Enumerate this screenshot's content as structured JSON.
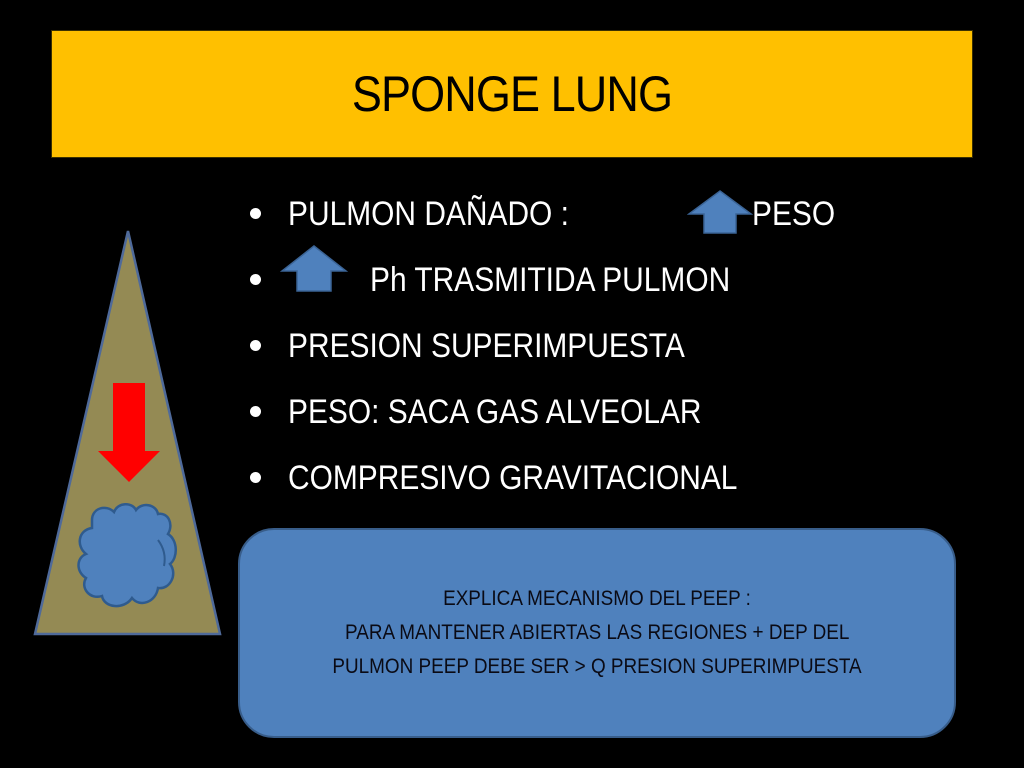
{
  "slide": {
    "title": "SPONGE LUNG",
    "colors": {
      "background": "#000000",
      "title_bar": "#FFC000",
      "title_text": "#000000",
      "bullet_text": "#FFFFFF",
      "arrow_blue": "#4F81BD",
      "triangle_fill": "#948A54",
      "triangle_outline": "#4F6A9A",
      "down_arrow_red": "#FF0000",
      "note_box_fill": "#4F81BD"
    },
    "bullets": [
      {
        "prefix_icon": null,
        "text": "PULMON DAÑADO  :",
        "inline_icon": "up-arrow-icon",
        "suffix": "PESO"
      },
      {
        "prefix_icon": "up-arrow-icon",
        "text": "Ph  TRASMITIDA PULMON"
      },
      {
        "text": "PRESION SUPERIMPUESTA"
      },
      {
        "text": "PESO: SACA GAS ALVEOLAR"
      },
      {
        "text": "COMPRESIVO GRAVITACIONAL"
      }
    ],
    "diagram": {
      "shape": "triangle",
      "arrow": "down-arrow-icon",
      "cloud": "cloud-icon"
    },
    "note_box": {
      "lines": [
        "EXPLICA MECANISMO DEL PEEP :",
        "PARA MANTENER ABIERTAS LAS REGIONES + DEP DEL",
        "PULMON PEEP DEBE SER > Q PRESION SUPERIMPUESTA"
      ]
    }
  }
}
